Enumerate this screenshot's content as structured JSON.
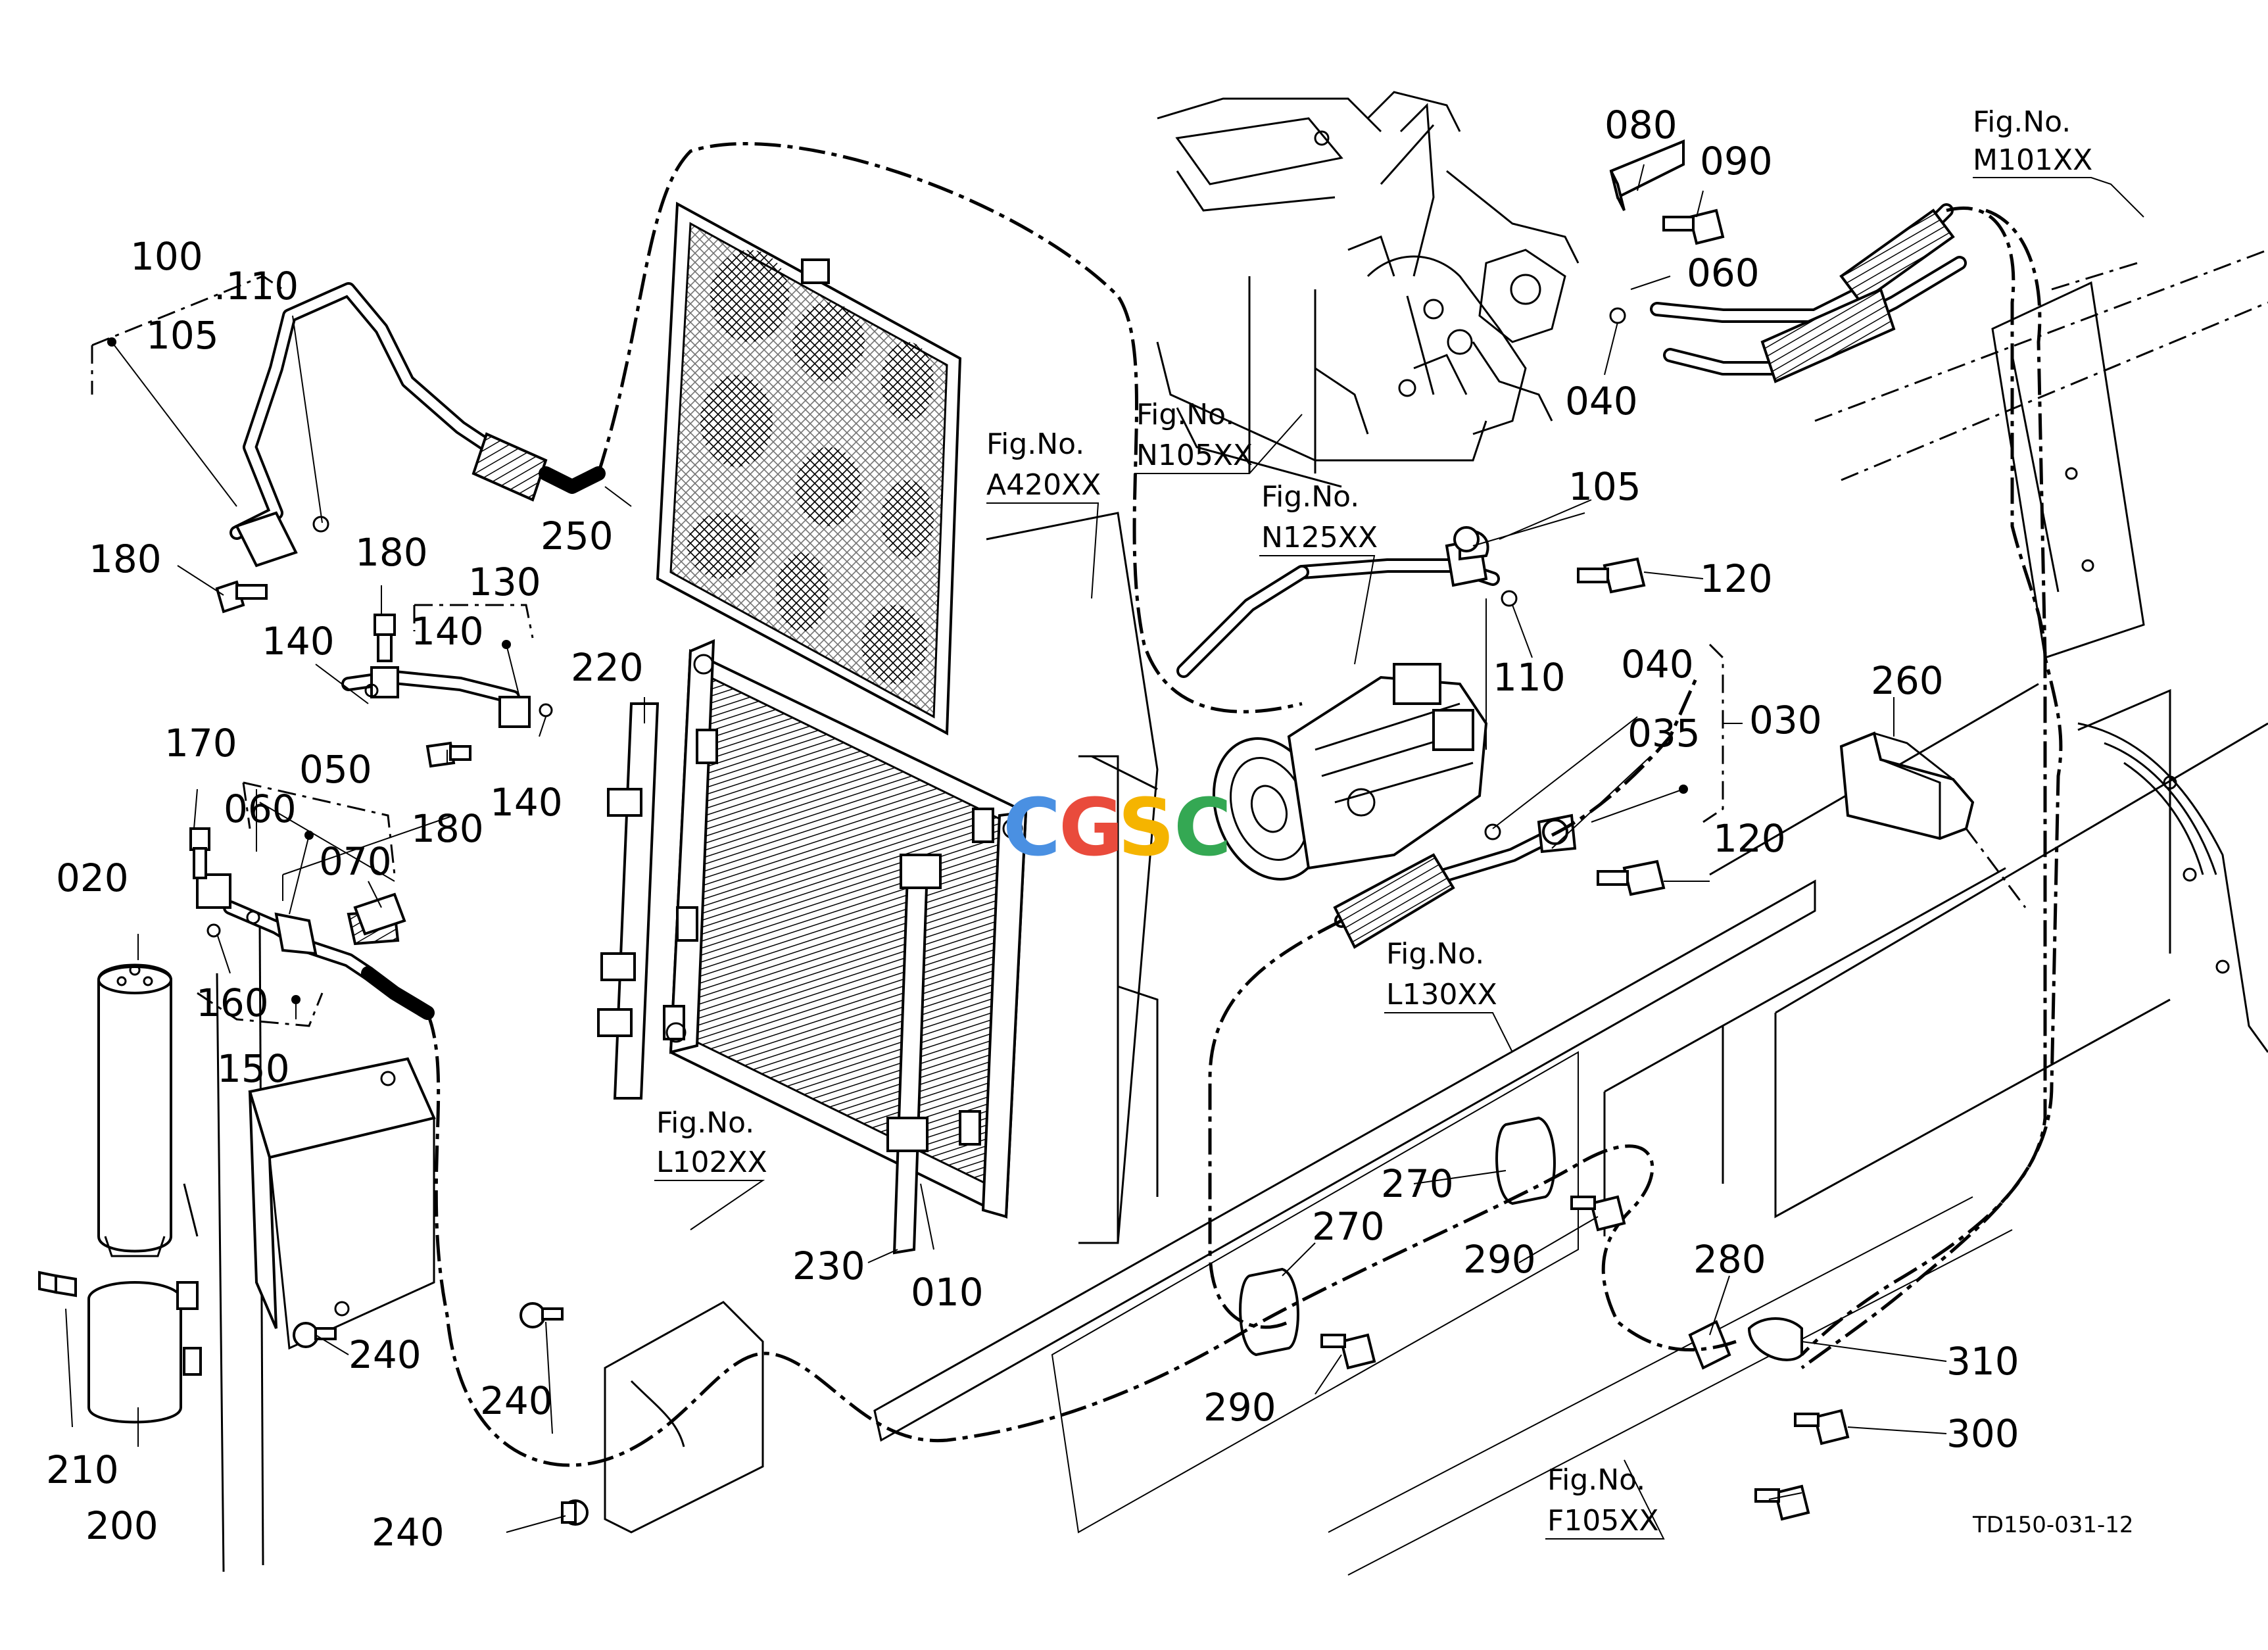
{
  "diagram": {
    "drawing_code": "TD150-031-12",
    "watermark": {
      "letters": [
        "C",
        "G",
        "S",
        "C"
      ],
      "colors": [
        "#4a90e2",
        "#e94b3c",
        "#f5b400",
        "#34a853"
      ]
    },
    "part_labels": [
      {
        "id": "100",
        "text": "100"
      },
      {
        "id": "105a",
        "text": "105"
      },
      {
        "id": "110a",
        "text": ".110"
      },
      {
        "id": "180a",
        "text": "180"
      },
      {
        "id": "180b",
        "text": "180"
      },
      {
        "id": "130",
        "text": "130"
      },
      {
        "id": "140a",
        "text": "140"
      },
      {
        "id": "140b",
        "text": "140"
      },
      {
        "id": "140c",
        "text": "140"
      },
      {
        "id": "180c",
        "text": "180"
      },
      {
        "id": "250",
        "text": "250"
      },
      {
        "id": "220",
        "text": "220"
      },
      {
        "id": "170",
        "text": "170"
      },
      {
        "id": "050",
        "text": "050"
      },
      {
        "id": "060a",
        "text": "060"
      },
      {
        "id": "070",
        "text": "070"
      },
      {
        "id": "020",
        "text": "020"
      },
      {
        "id": "160",
        "text": "160"
      },
      {
        "id": "150",
        "text": "150"
      },
      {
        "id": "210",
        "text": "210"
      },
      {
        "id": "200",
        "text": "200"
      },
      {
        "id": "240a",
        "text": "240"
      },
      {
        "id": "240b",
        "text": "240"
      },
      {
        "id": "240c",
        "text": "240"
      },
      {
        "id": "230",
        "text": "230"
      },
      {
        "id": "010",
        "text": "010"
      },
      {
        "id": "080",
        "text": "080"
      },
      {
        "id": "090",
        "text": "090"
      },
      {
        "id": "060b",
        "text": "060"
      },
      {
        "id": "040a",
        "text": "040"
      },
      {
        "id": "105b",
        "text": "105"
      },
      {
        "id": "120a",
        "text": "120"
      },
      {
        "id": "110b",
        "text": "110"
      },
      {
        "id": "040b",
        "text": "040"
      },
      {
        "id": "035",
        "text": "035"
      },
      {
        "id": "030",
        "text": "030"
      },
      {
        "id": "120b",
        "text": "120"
      },
      {
        "id": "260",
        "text": "260"
      },
      {
        "id": "270a",
        "text": "270"
      },
      {
        "id": "270b",
        "text": "270"
      },
      {
        "id": "290a",
        "text": "290"
      },
      {
        "id": "290b",
        "text": "290"
      },
      {
        "id": "280",
        "text": "280"
      },
      {
        "id": "310",
        "text": "310"
      },
      {
        "id": "300",
        "text": "300"
      }
    ],
    "figure_refs": [
      {
        "id": "m101",
        "caption": "Fig.No.",
        "code": "M101XX"
      },
      {
        "id": "a420",
        "caption": "Fig.No.",
        "code": "A420XX"
      },
      {
        "id": "n105",
        "caption": "Fig.No.",
        "code": "N105XX"
      },
      {
        "id": "n125",
        "caption": "Fig.No.",
        "code": "N125XX"
      },
      {
        "id": "l130",
        "caption": "Fig.No.",
        "code": "L130XX"
      },
      {
        "id": "l102",
        "caption": "Fig.No.",
        "code": "L102XX"
      },
      {
        "id": "f105",
        "caption": "Fig.No.",
        "code": "F105XX"
      }
    ]
  }
}
